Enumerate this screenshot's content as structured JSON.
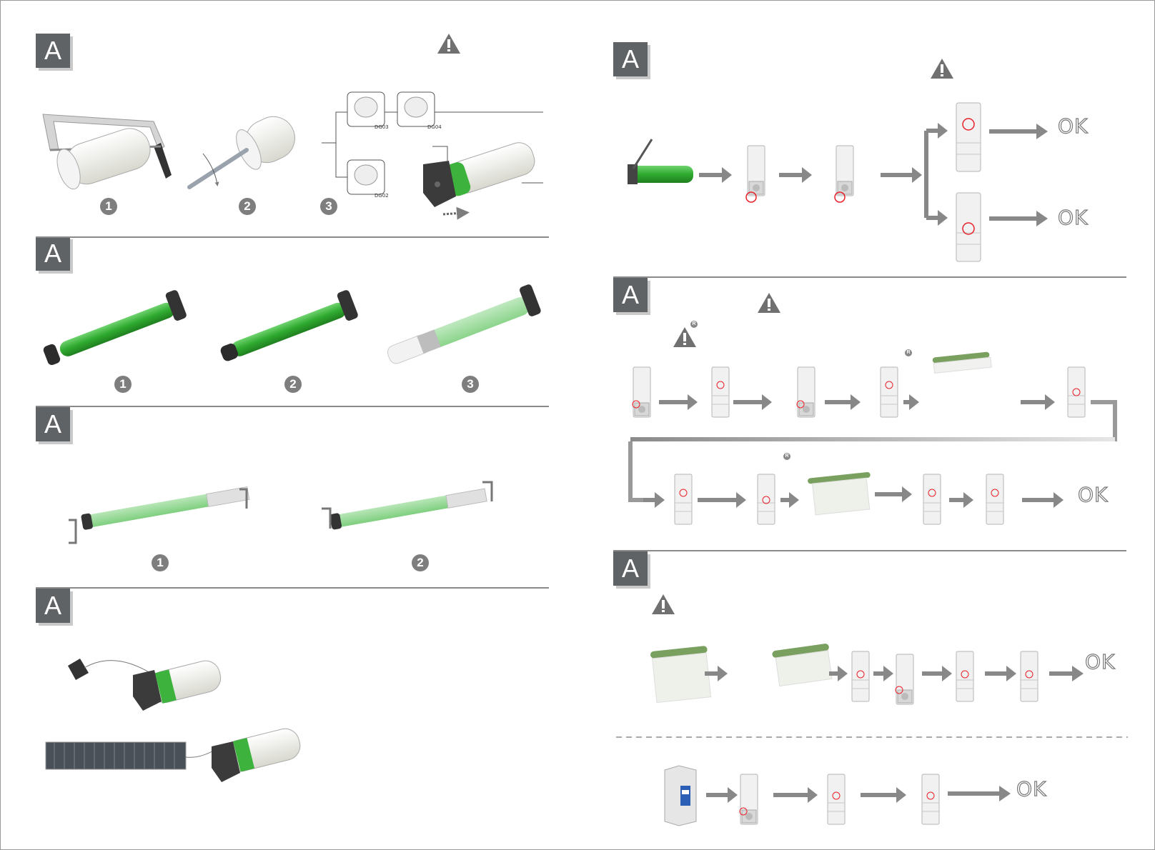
{
  "section_label": "A",
  "step_numbers": [
    "1",
    "2",
    "3"
  ],
  "tube_types": [
    "DG03",
    "DG04",
    "DG02"
  ],
  "ok_label": "OK",
  "r_mark": "R",
  "colors": {
    "motor_green": "#3db23d",
    "section_box": "#5f6366",
    "check_circle": "#e8202a",
    "arrow": "#7d7d7d"
  },
  "icons": [
    "warning-triangle-icon",
    "arrow-right-icon",
    "hacksaw-icon",
    "remote-control-icon",
    "motor-icon",
    "solar-panel-icon",
    "circuit-breaker-icon",
    "bracket-icon"
  ]
}
